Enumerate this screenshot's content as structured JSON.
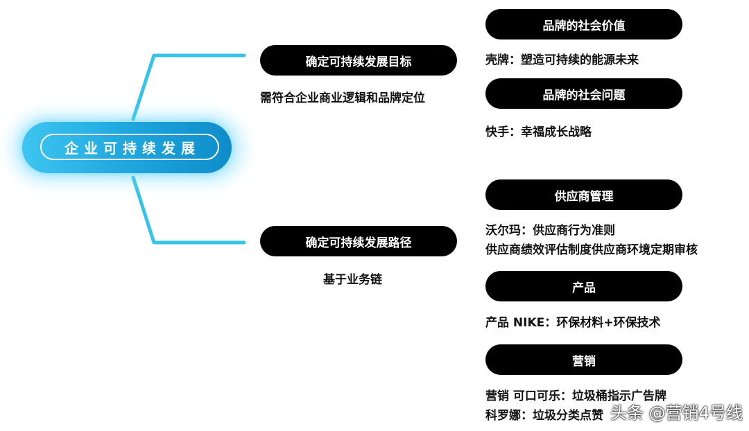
{
  "root": {
    "label": "企业可持续发展"
  },
  "branches": [
    {
      "label": "确定可持续发展目标",
      "note": "需符合企业商业逻辑和品牌定位",
      "children": [
        {
          "label": "品牌的社会价值",
          "example": "壳牌：塑造可持续的能源未来"
        },
        {
          "label": "品牌的社会问题",
          "example": "快手：幸福成长战略"
        }
      ]
    },
    {
      "label": "确定可持续发展路径",
      "note": "基于业务链",
      "children": [
        {
          "label": "供应商管理",
          "example": "沃尔玛：供应商行为准则",
          "example2": "供应商绩效评估制度供应商环境定期审核"
        },
        {
          "label": "产品",
          "example": "产品 NIKE：环保材料+环保技术"
        },
        {
          "label": "营销",
          "example": "营销 可口可乐：垃圾桶指示广告牌",
          "example2": "科罗娜：垃圾分类点赞"
        }
      ]
    }
  ],
  "watermark": "头条 @营销4号线",
  "colors": {
    "connector": "#35c3ea",
    "pill": "#000000",
    "root_start": "#3ec5f0",
    "root_end": "#0e8cc9"
  }
}
